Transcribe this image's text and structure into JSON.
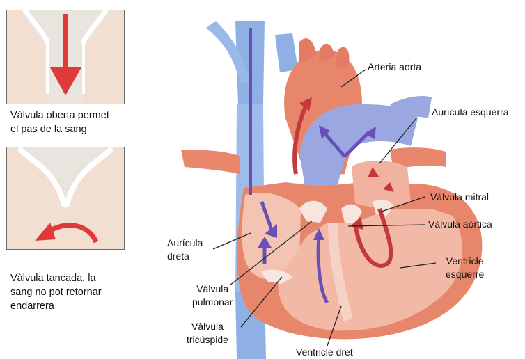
{
  "panels": {
    "open": {
      "caption_lines": [
        "Vàlvula oberta permet",
        "el pas de la sang"
      ]
    },
    "closed": {
      "caption_lines": [
        "Vàlvula tancada, la",
        "sang no pot retornar",
        "endarrera"
      ]
    }
  },
  "labels": {
    "aorta": [
      "Arteria aorta"
    ],
    "left_atrium": [
      "Aurícula esquerra"
    ],
    "mitral_valve": [
      "Vàlvula mitral"
    ],
    "aortic_valve": [
      "Vàlvula aòrtica"
    ],
    "left_ventricle": [
      "Ventricle",
      "esquerre"
    ],
    "right_atrium": [
      "Aurícula",
      "dreta"
    ],
    "pulmonary_valve": [
      "Vàlvula",
      "pulmonar"
    ],
    "tricuspid_valve": [
      "Vàlvula",
      "tricúspide"
    ],
    "right_ventricle": [
      "Ventricle dret"
    ]
  },
  "colors": {
    "deoxygenated_vessel": "#8fb0e4",
    "oxygenated_tissue": "#e8866c",
    "pale_tissue": "#f5c8b8",
    "blue_flow_arrow": "#6a4fb8",
    "red_flow_arrow": "#c23a3a",
    "panel_arrow": "#e0393a"
  }
}
